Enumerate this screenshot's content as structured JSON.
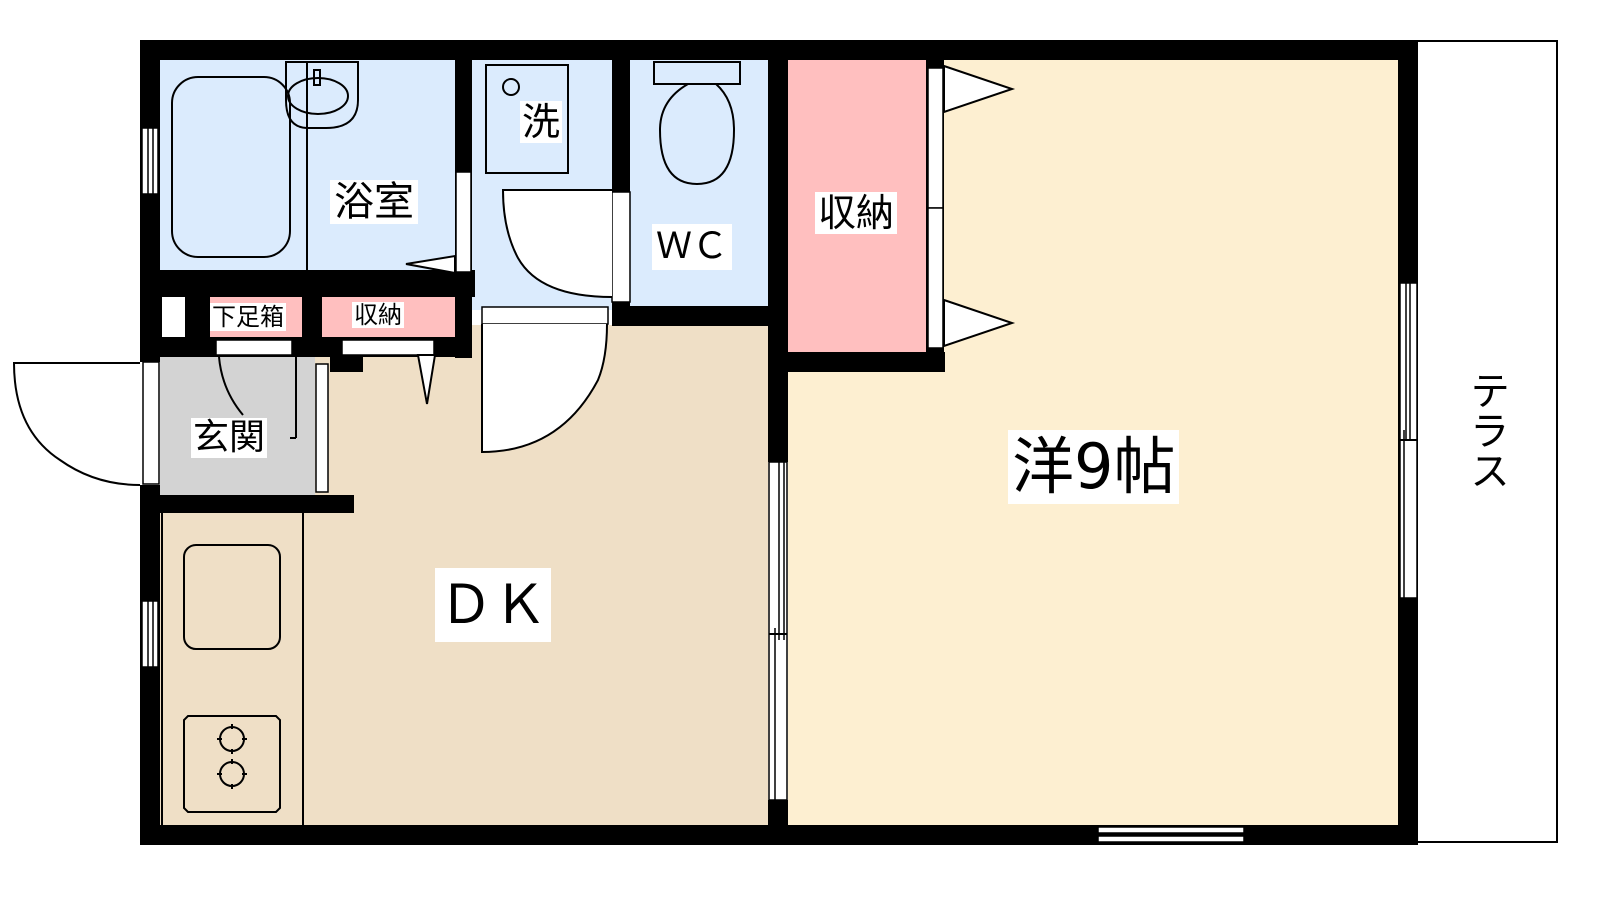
{
  "floorplan": {
    "colors": {
      "wall": "#000000",
      "wet_area": "#dbebfd",
      "storage": "#ffbfbf",
      "entrance": "#d3d3d3",
      "dk_floor": "#efdfc6",
      "western_room": "#fdefd1",
      "terrace": "#ffffff"
    },
    "rooms": {
      "bathroom": "浴室",
      "washer": "洗",
      "toilet": "ＷＣ",
      "closet_main": "収納",
      "shoe_box": "下足箱",
      "closet_small": "収納",
      "entrance": "玄関",
      "dining_kitchen": "ＤＫ",
      "western_room": "洋9帖",
      "terrace": "テラス"
    }
  }
}
